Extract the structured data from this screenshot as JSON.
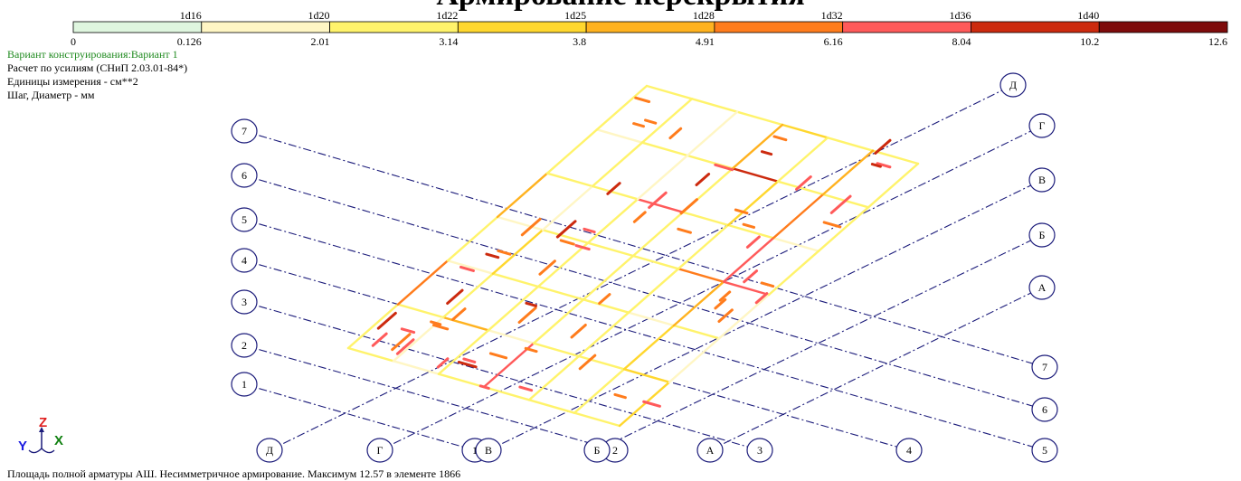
{
  "title": "Армирование перекрытия",
  "legend": {
    "bar_labels": [
      "1d16",
      "1d20",
      "1d22",
      "1d25",
      "1d28",
      "1d32",
      "1d36",
      "1d40"
    ],
    "value_labels": [
      "0",
      "0.126",
      "2.01",
      "3.14",
      "3.8",
      "4.91",
      "6.16",
      "8.04",
      "10.2",
      "12.6"
    ],
    "colors": [
      "#dff6df",
      "#fff6c4",
      "#fff36b",
      "#ffd72e",
      "#ffb21f",
      "#ff7c1c",
      "#ff5a5a",
      "#cc2a0e",
      "#7e0b0b"
    ]
  },
  "info": {
    "variant": "Вариант конструирования:Вариант 1",
    "calc": "Расчет по усилиям (СНиП 2.03.01-84*)",
    "units": "Единицы измерения - см**2",
    "step": "Шаг, Диаметр - мм"
  },
  "status": "Площадь полной арматуры АШ. Несимметричное армирование. Максимум 12.57 в элементе 1866",
  "grid_axes": {
    "numbered": [
      "1",
      "2",
      "3",
      "4",
      "5",
      "6",
      "7"
    ],
    "lettered": [
      "А",
      "Б",
      "В",
      "Г",
      "Д"
    ]
  },
  "triad": {
    "y": "Y",
    "z": "Z",
    "x": "X"
  },
  "theme": {
    "axis_line": "#1b1b7a",
    "axis_bubble": "#1b1b7a",
    "slab_edge": "#f6e27a"
  }
}
